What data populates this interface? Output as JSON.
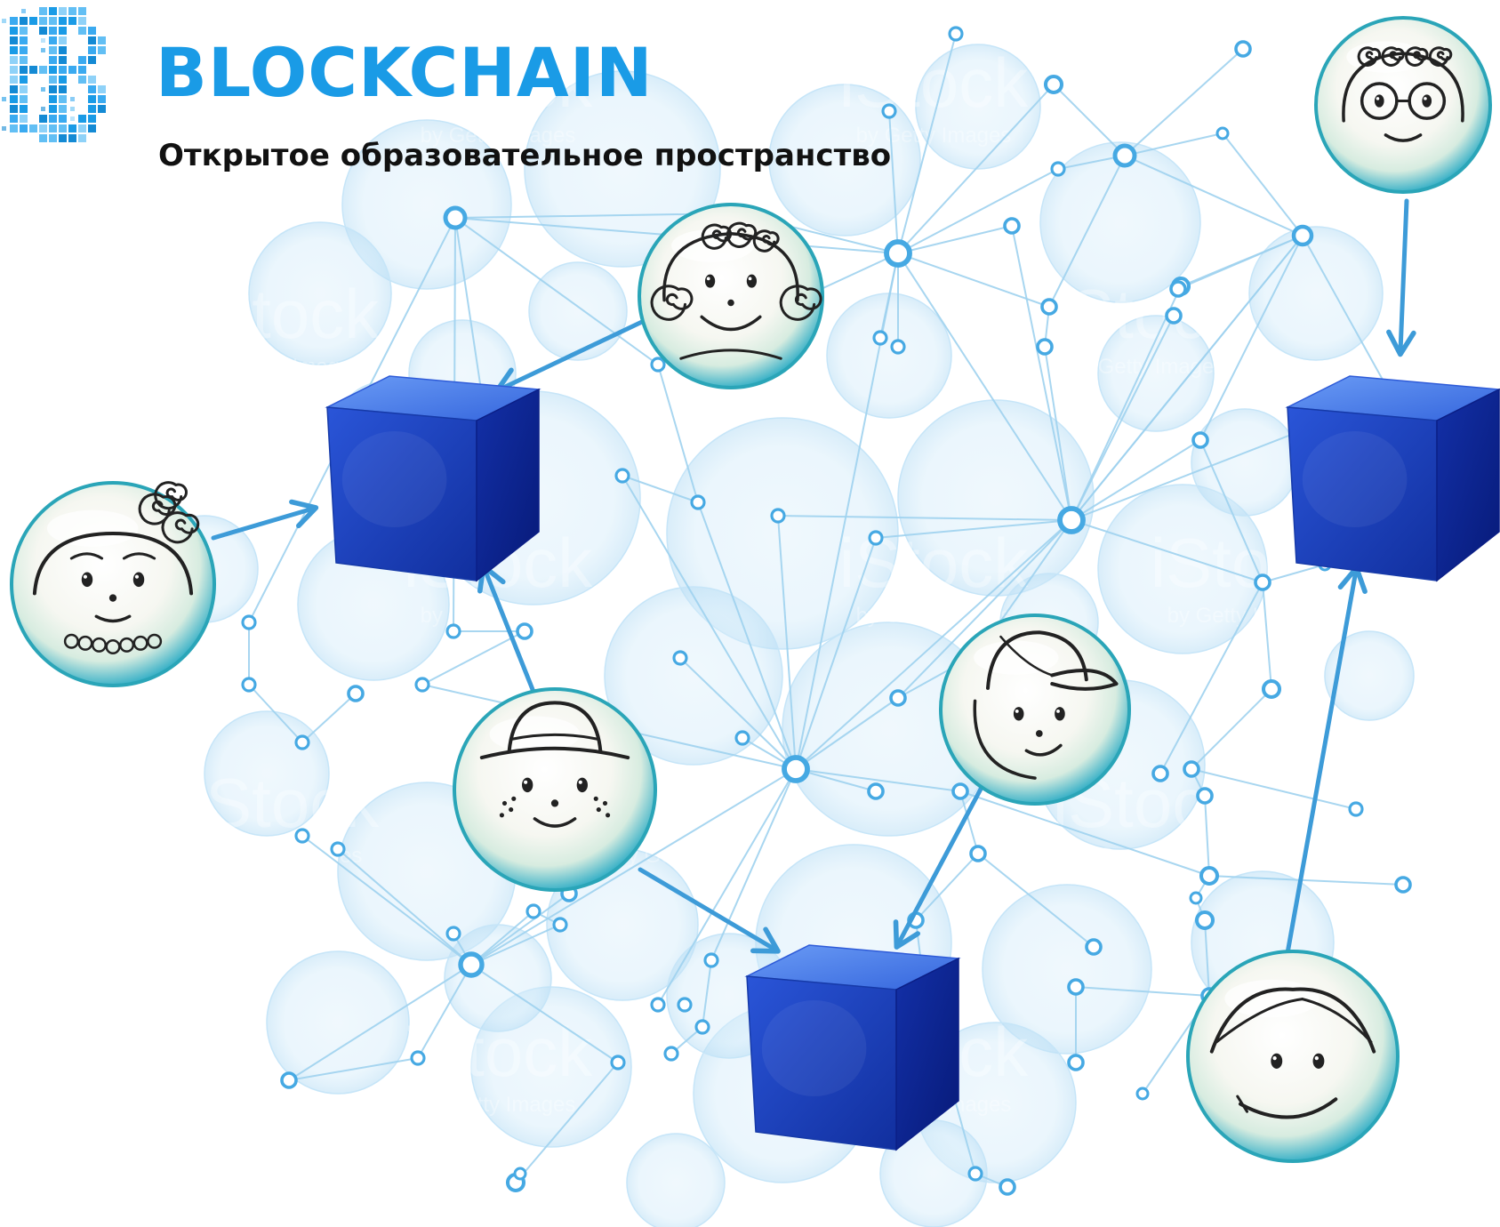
{
  "header": {
    "brand_name": "BLOCKCHAIN",
    "subtitle": "Открытое образовательное пространство"
  },
  "watermark": {
    "brand": "iStock",
    "credit": "by Getty Images"
  },
  "colors": {
    "brand_blue": "#1a9be6",
    "network_line": "#9fd1ee",
    "network_node": "#46a9e3",
    "arrow": "#3d9bd8",
    "cube_front": "#1b3fc0",
    "cube_top": "#4f85f0",
    "cube_side": "#0d2390"
  },
  "icons": {
    "blocks": "cube-icon",
    "participants": "face-avatar-icon",
    "links": "arrow-icon"
  }
}
